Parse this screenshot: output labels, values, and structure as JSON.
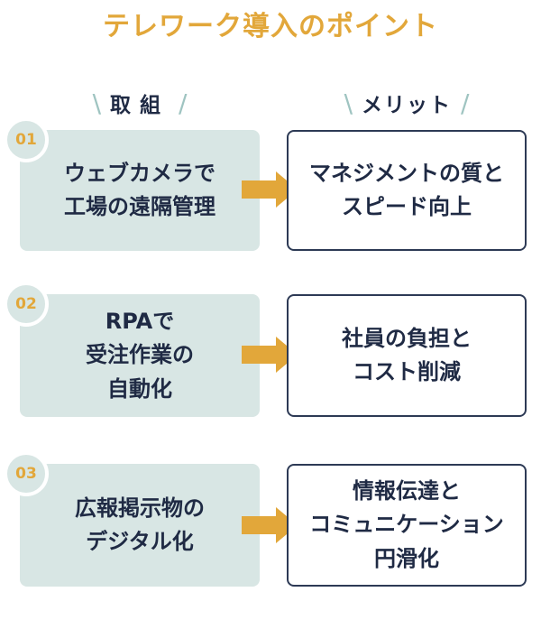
{
  "title": "テレワーク導入のポイント",
  "headers": {
    "left": "取組",
    "right": "メリット",
    "slash_left": "\\",
    "slash_right": "/"
  },
  "rows": [
    {
      "number": "01",
      "action": "ウェブカメラで\n工場の遠隔管理",
      "merit": "マネジメントの質と\nスピード向上"
    },
    {
      "number": "02",
      "action": "RPAで\n受注作業の\n自動化",
      "merit": "社員の負担と\nコスト削減"
    },
    {
      "number": "03",
      "action": "広報掲示物の\nデジタル化",
      "merit": "情報伝達と\nコミュニケーション\n円滑化"
    }
  ],
  "colors": {
    "accent": "#e2a73a",
    "action_bg": "#d8e6e4",
    "text": "#1f2a44",
    "border": "#2d3a55",
    "slash": "#9fc4c1"
  }
}
